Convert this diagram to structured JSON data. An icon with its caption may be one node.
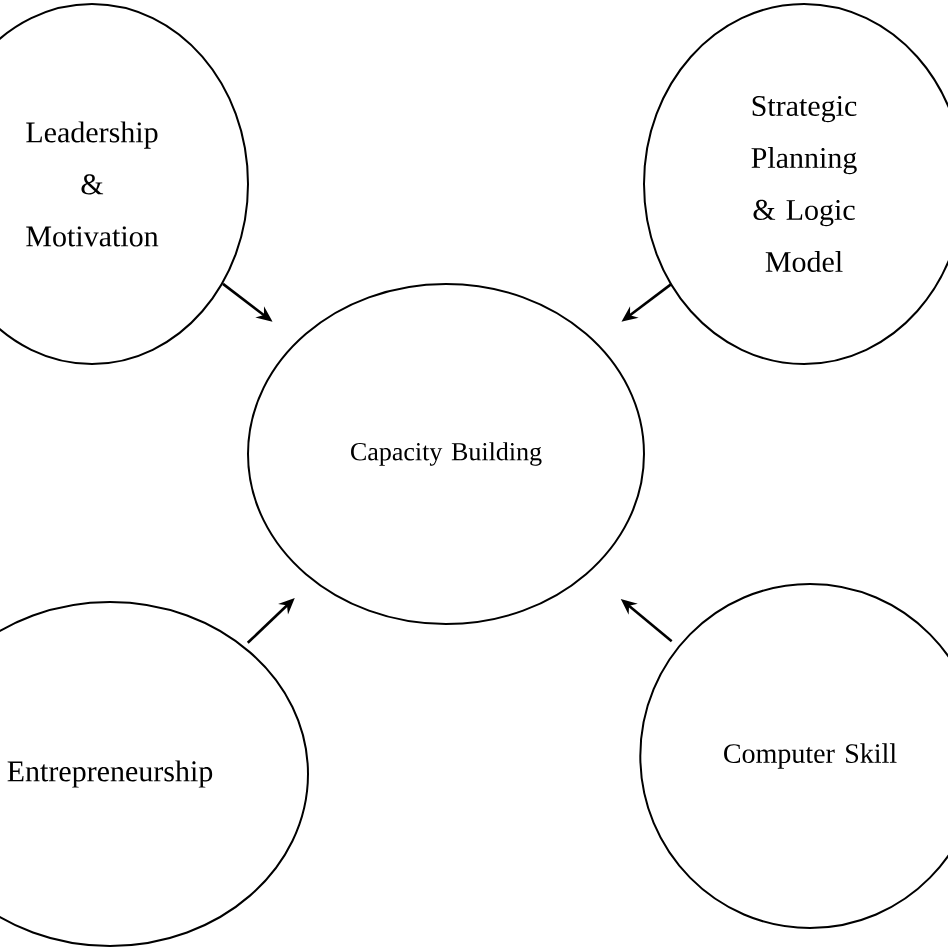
{
  "diagram": {
    "nodes": [
      {
        "text": [
          "Leadership & Motivation"
        ]
      },
      {
        "text": [
          "Strategic Planning & Logic Model"
        ]
      },
      {
        "text": [
          "Capacity Building"
        ]
      },
      {
        "text": [
          "Entrepreneurship"
        ]
      },
      {
        "text": [
          "Computer Skill"
        ]
      }
    ],
    "edges": [
      {
        "from": 0,
        "to": 2,
        "arrow": "to"
      },
      {
        "from": 1,
        "to": 2,
        "arrow": "to"
      },
      {
        "from": 3,
        "to": 2,
        "arrow": "to"
      },
      {
        "from": 4,
        "to": 2,
        "arrow": "to"
      }
    ]
  }
}
